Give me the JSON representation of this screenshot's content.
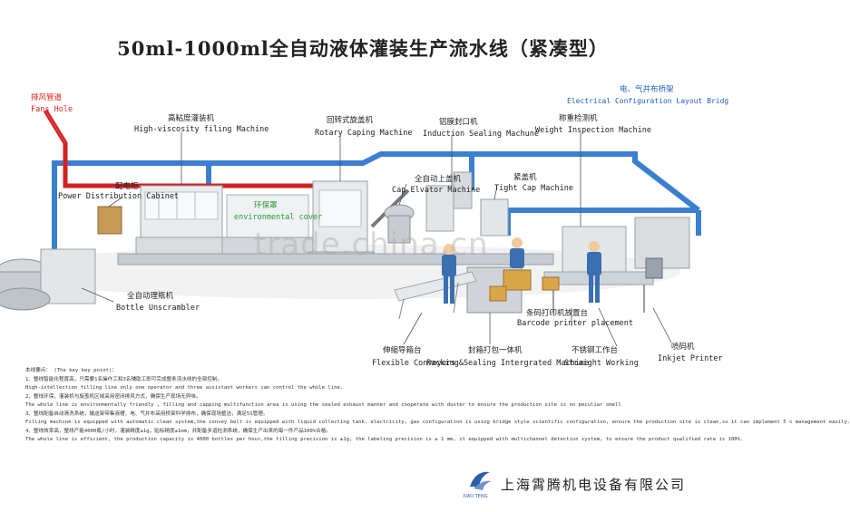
{
  "title": "50ml-1000ml全自动液体灌装生产流水线（紧凑型）",
  "labels": {
    "fans_hole": {
      "zh": "排风管道",
      "en": "Fans Hole"
    },
    "high_viscosity": {
      "zh": "高粘度灌装机",
      "en": "High-viscosity filing Machine"
    },
    "rotary_capping": {
      "zh": "回转式旋盖机",
      "en": "Rotary Caping Machine"
    },
    "induction": {
      "zh": "铝膜封口机",
      "en": "Induction Sealing Machune"
    },
    "weight": {
      "zh": "称重检测机",
      "en": "Weight Inspection Machine"
    },
    "electrical": {
      "zh": "电、气并布桥架",
      "en": "Electrical Configuration Layout Bridg"
    },
    "power_cabinet": {
      "zh": "配电柜",
      "en": "Power Distribution Cabinet"
    },
    "env_cover": {
      "zh": "环保罩",
      "en": "environmental cover"
    },
    "cap_elevator": {
      "zh": "全自动上盖机",
      "en": "Cap Elvator Machine"
    },
    "tight_cap": {
      "zh": "紧盖机",
      "en": "Tight Cap Machine"
    },
    "bottle_unscrambler": {
      "zh": "全自动理瓶机",
      "en": "Bottle Unscrambler"
    },
    "barcode": {
      "zh": "条码打印机放置台",
      "en": "Barcode printer placement"
    },
    "flex_conveyors": {
      "zh": "伸缩导箱台",
      "en": "Flexible Conveyors"
    },
    "packing": {
      "zh": "封箱打包一体机",
      "en": "Packing&Sealing Intergrated Machine"
    },
    "straight_working": {
      "zh": "不锈钢工作台",
      "en": "Straight Working"
    },
    "inkjet": {
      "zh": "喷码机",
      "en": "Inkjet Printer"
    }
  },
  "notes": [
    "本线要点：  (The key key point)：",
    "1、整线智能化程度高，只需要1名操作工和3名辅助工即可完成整条流水线的全部控制。",
    "High-intellection filling line only one operator and three assistant workers can control the whole line.",
    "2、整线环保，灌装机与旋盖机区域采用密闭排风方式，确保生产现场无异味。",
    "The whole line is environmentally friendly ,  filling and capping multifunction area is using the sealed exhaust manner and cooperate with duster to ensure the production site is no peculiar smell",
    "3、整线配备自动清洗系统，输送架带集液槽，电、气并布采用桥架科学排布，确保现场整洁，满足5S管理。",
    "Filling machine is equipped with automatic clean system,the convey belt is equipped with liquid collecting tank. electricity, gas configuration is using bridge style scientific configuration, ensure the production site is clean,so it  can implement 5 s management easily.",
    "4、整线效率高，整线产能4000瓶/小时，灌装精度±1g，贴标精度±1mm，并配备多道检测系统，确保生产出来的每一件产品100%合格。",
    "The whole line is efficient, the production capacity is 4000 bottles per hour,the filling precision is ±1g, the labeling precision is  ± 1 mm, it equipped with multichannel detection system, to ensure the product qualified rate is 100%."
  ],
  "company": "上海霄腾机电设备有限公司",
  "company_logo_text": "XIAO TENG",
  "watermark": "trade.china.cn",
  "colors": {
    "pipe_blue": "#3a7fd0",
    "pipe_red": "#d62020",
    "machine_gray": "#d9dde0"
  }
}
